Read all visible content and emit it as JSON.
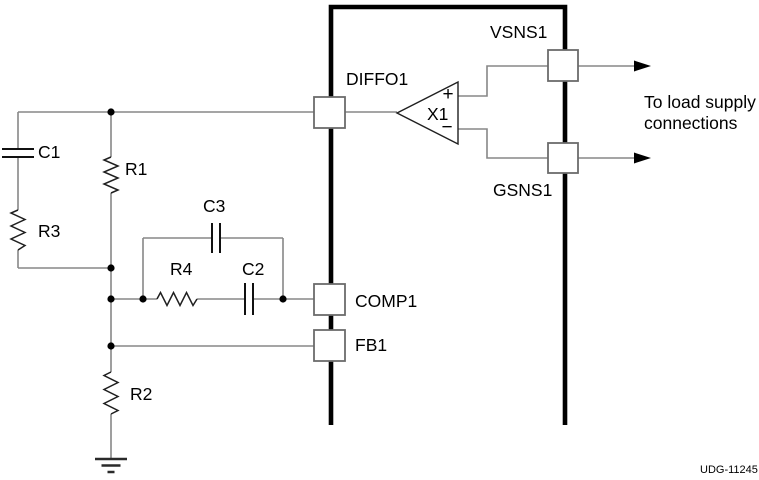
{
  "figure": {
    "code": "UDG-11245",
    "note_line1": "To load supply",
    "note_line2": "connections",
    "amplifier_label": "X1",
    "amplifier_plus": "+",
    "amplifier_minus": "−",
    "pins": {
      "diffo1": "DIFFO1",
      "comp1": "COMP1",
      "fb1": "FB1",
      "vsns1": "VSNS1",
      "gsns1": "GSNS1"
    },
    "components": {
      "c1": "C1",
      "r1": "R1",
      "r3": "R3",
      "c3": "C3",
      "r4": "R4",
      "c2": "C2",
      "r2": "R2"
    },
    "colors": {
      "background": "#ffffff",
      "wire": "#878787",
      "component_stroke": "#1f1f1f",
      "ic_outline": "#000000",
      "pin_box_border": "#6b6b6b",
      "text": "#000000"
    }
  }
}
